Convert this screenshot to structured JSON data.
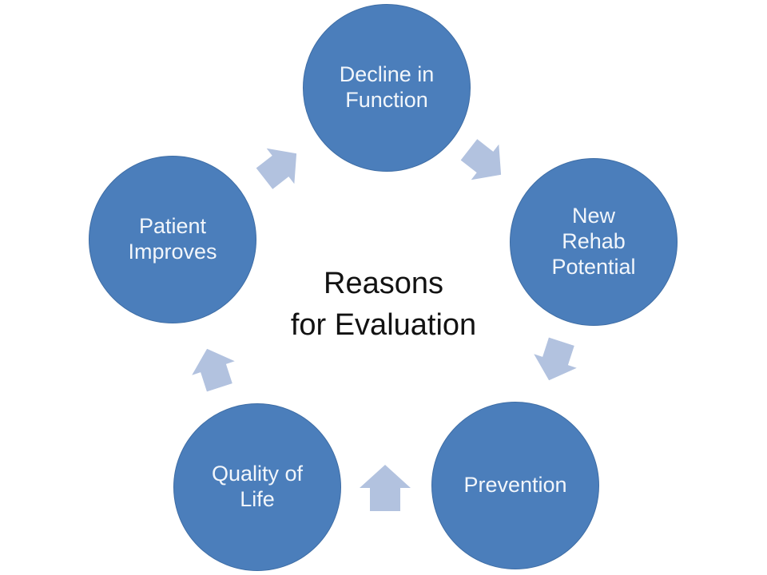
{
  "title": {
    "lines": [
      "Reasons",
      "for Evaluation"
    ]
  },
  "cycle": {
    "nodes": [
      {
        "id": "decline-in-function",
        "label": "Decline in Function",
        "lines": [
          "Decline in",
          "Function"
        ]
      },
      {
        "id": "new-rehab-potential",
        "label": "New Rehab Potential",
        "lines": [
          "New",
          "Rehab",
          "Potential"
        ]
      },
      {
        "id": "prevention",
        "label": "Prevention",
        "lines": [
          "Prevention"
        ]
      },
      {
        "id": "quality-of-life",
        "label": "Quality of Life",
        "lines": [
          "Quality of",
          "Life"
        ]
      },
      {
        "id": "patient-improves",
        "label": "Patient Improves",
        "lines": [
          "Patient",
          "Improves"
        ]
      }
    ],
    "arrows": [
      {
        "icon": "block-arrow-icon",
        "from": "Patient Improves",
        "to": "Decline in Function"
      },
      {
        "icon": "block-arrow-icon",
        "from": "Decline in Function",
        "to": "New Rehab Potential"
      },
      {
        "icon": "block-arrow-icon",
        "from": "New Rehab Potential",
        "to": "Prevention"
      },
      {
        "icon": "block-arrow-icon",
        "from": "Prevention",
        "to": "Quality of Life"
      },
      {
        "icon": "block-arrow-icon",
        "from": "Quality of Life",
        "to": "Patient Improves"
      }
    ]
  },
  "colors": {
    "background": "#FFFFFF",
    "node_fill": "#4B7EBB",
    "node_border": "#3E6DA5",
    "node_text": "#F2F6FB",
    "arrow_fill": "#B2C2DF",
    "title_text": "#121212"
  }
}
